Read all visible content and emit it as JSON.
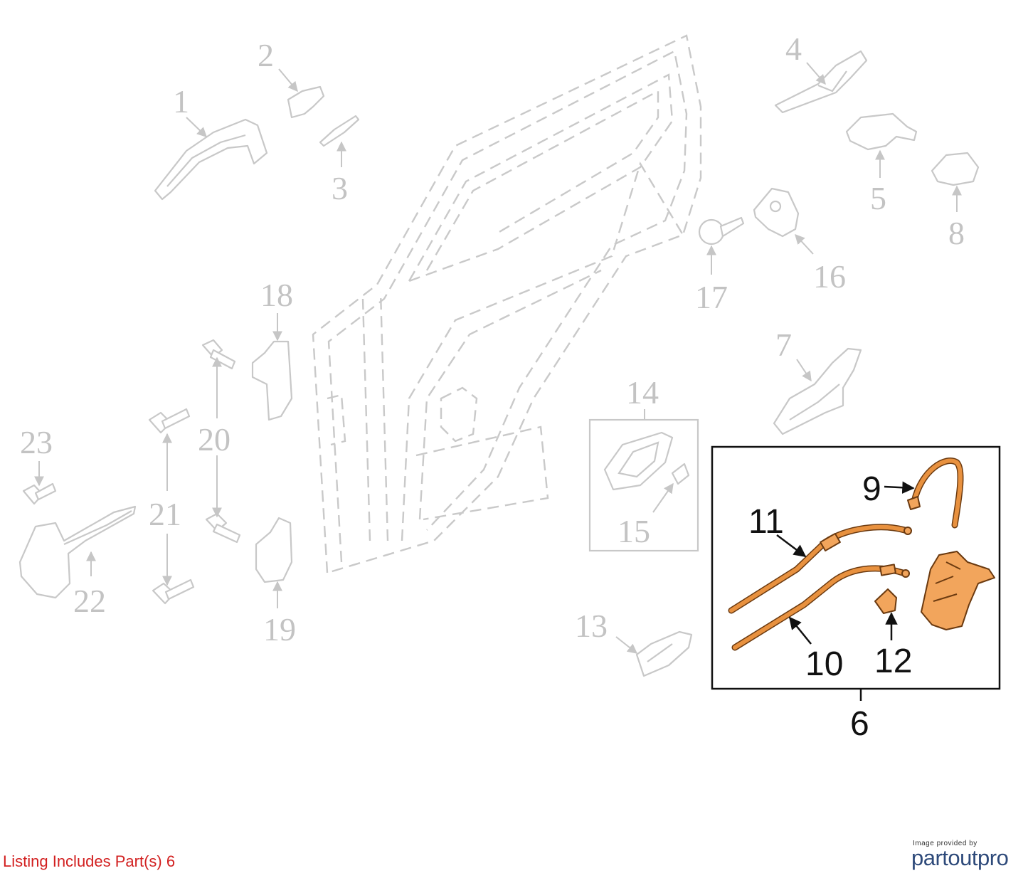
{
  "callouts": {
    "n1": "1",
    "n2": "2",
    "n3": "3",
    "n4": "4",
    "n5": "5",
    "n6": "6",
    "n7": "7",
    "n8": "8",
    "n9": "9",
    "n10": "10",
    "n11": "11",
    "n12": "12",
    "n13": "13",
    "n14": "14",
    "n15": "15",
    "n16": "16",
    "n17": "17",
    "n18": "18",
    "n19": "19",
    "n20": "20",
    "n21": "21",
    "n22": "22",
    "n23": "23"
  },
  "listing_text": "Listing Includes Part(s) 6",
  "credit": {
    "caption": "Image provided by",
    "logo": "partoutpro"
  },
  "colors": {
    "highlight": "#f2a55c",
    "ghost": "#c8c8c8",
    "listing": "#d21f1f",
    "logo": "#2e4a7a"
  }
}
